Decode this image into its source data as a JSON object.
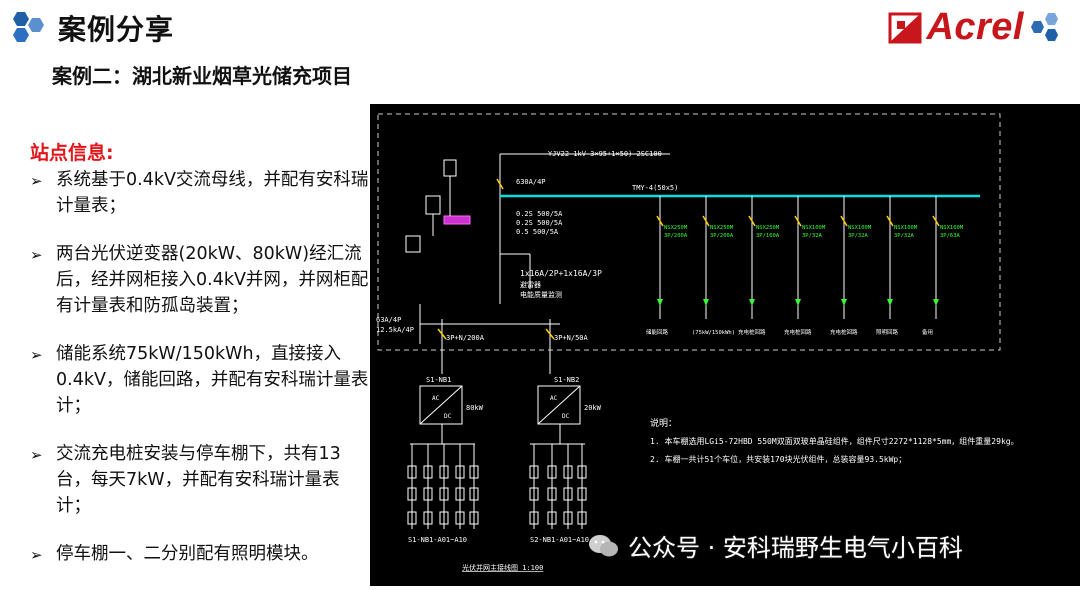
{
  "header": {
    "title": "案例分享",
    "subtitle": "案例二：湖北新业烟草光储充项目",
    "logo_text": "Acrel",
    "brand_color": "#c8161d",
    "accent_blue": "#2b6cb3"
  },
  "site_info": {
    "heading": "站点信息:",
    "bullets": [
      "系统基于0.4kV交流母线，并配有安科瑞计量表；",
      "两台光伏逆变器(20kW、80kW)经汇流后，经并网柜接入0.4kV并网，并网柜配有计量表和防孤岛装置；",
      "储能系统75kW/150kWh，直接接入0.4kV，储能回路，并配有安科瑞计量表计；",
      "交流充电桩安装与停车棚下，共有13台，每天7kW，并配有安科瑞计量表计；",
      "停车棚一、二分别配有照明模块。"
    ]
  },
  "diagram": {
    "incoming_cable": "YJV22-1kV-3×95+1×50)-2SC100",
    "main_breaker": "630A/4P",
    "bus_label": "TMY-4(50x5)",
    "ct_labels": [
      "0.2S 500/5A",
      "0.2S 500/5A",
      "0.5  500/5A"
    ],
    "device_labels": [
      "1x16A/2P+1x16A/3P",
      "避雷器",
      "电能质量监测"
    ],
    "left_breaker_1": "63A/4P",
    "left_breaker_2": "12.5kA/4P",
    "breaker_a_rating": "3P+N/200A",
    "breaker_b_rating": "3P+N/50A",
    "inverter_1_name": "S1-NB1",
    "inverter_1_power": "80kW",
    "inverter_2_name": "S1-NB2",
    "inverter_2_power": "20kW",
    "string_label_1": "S1-NB1-A01~A10",
    "string_label_2": "S2-NB1-A01~A10",
    "notes_title": "说明：",
    "note_1": "1. 本车棚选用LGi5-72HBD 550M双面双玻单晶硅组件，组件尺寸2272*1128*5mm，组件重量29kg。",
    "note_2": "2. 车棚一共计51个车位，共安装170块光伏组件，总装容量93.5kWp；",
    "drawing_title": "光伏并网主接线图   1:100",
    "feeders": [
      {
        "rating": "NSX250M",
        "breaker": "3P/200A",
        "label": "储能回路"
      },
      {
        "rating": "NSX250M",
        "breaker": "3P/200A",
        "label": "(75kW/150kWh)"
      },
      {
        "rating": "NSX250M",
        "breaker": "3P/160A",
        "label": "充电桩回路"
      },
      {
        "rating": "NSX100M",
        "breaker": "3P/32A",
        "label": "充电桩回路"
      },
      {
        "rating": "NSX100M",
        "breaker": "3P/32A",
        "label": "充电桩回路"
      },
      {
        "rating": "NSX100M",
        "breaker": "3P/32A",
        "label": "照明回路"
      },
      {
        "rating": "NSX160M",
        "breaker": "3P/63A",
        "label": "备用"
      }
    ]
  },
  "watermark": {
    "text": "公众号 · 安科瑞野生电气小百科"
  }
}
